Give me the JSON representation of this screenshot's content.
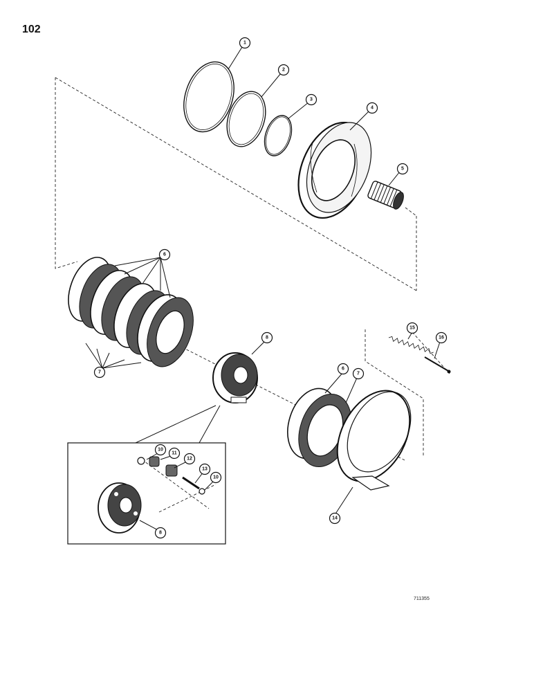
{
  "page": {
    "number": "102",
    "figure_code": "711355"
  },
  "callouts": [
    {
      "label": "1"
    },
    {
      "label": "2"
    },
    {
      "label": "3"
    },
    {
      "label": "4"
    },
    {
      "label": "5"
    },
    {
      "label": "6"
    },
    {
      "label": "7"
    },
    {
      "label": "8"
    },
    {
      "label": "6"
    },
    {
      "label": "7"
    },
    {
      "label": "15"
    },
    {
      "label": "16"
    },
    {
      "label": "10"
    },
    {
      "label": "11"
    },
    {
      "label": "12"
    },
    {
      "label": "13"
    },
    {
      "label": "10"
    },
    {
      "label": "8"
    },
    {
      "label": "14"
    }
  ]
}
